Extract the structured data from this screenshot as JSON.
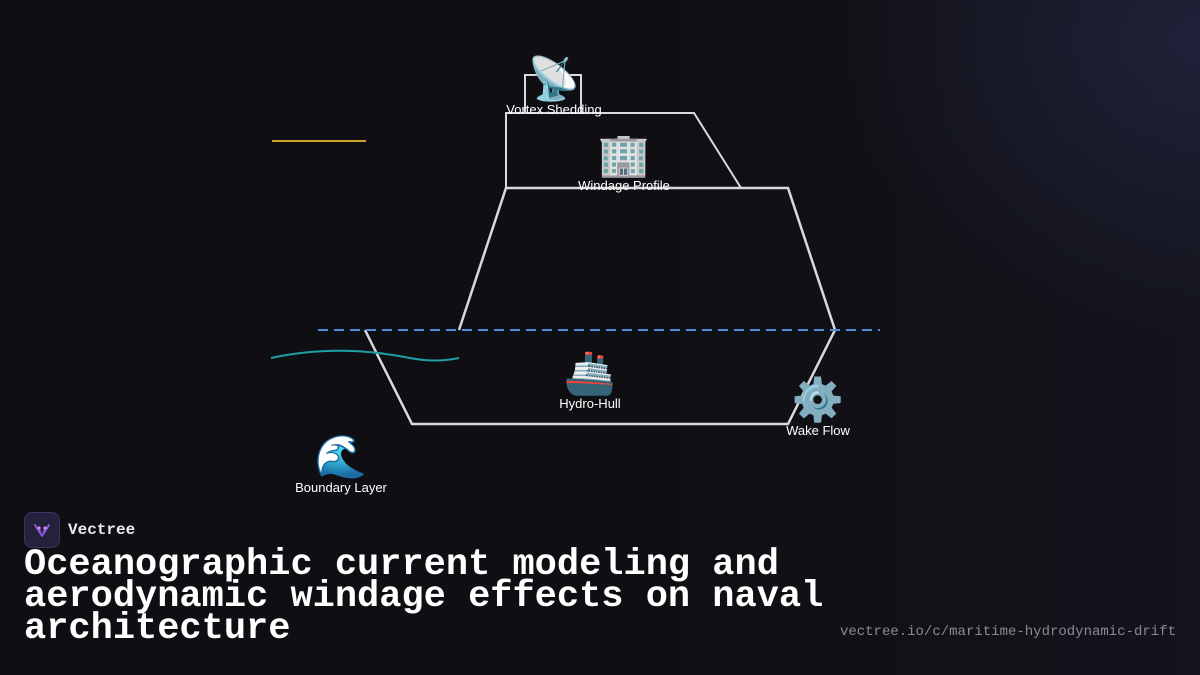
{
  "nodes": {
    "vortex": {
      "icon": "satellite-antenna-icon",
      "emoji": "📡",
      "label": "Vortex Shedding"
    },
    "windage": {
      "icon": "office-building-icon",
      "emoji": "🏢",
      "label": "Windage Profile"
    },
    "hull": {
      "icon": "ship-icon",
      "emoji": "🚢",
      "label": "Hydro-Hull"
    },
    "wake": {
      "icon": "gear-icon",
      "emoji": "⚙️",
      "label": "Wake Flow"
    },
    "boundary": {
      "icon": "water-wave-icon",
      "emoji": "🌊",
      "label": "Boundary Layer"
    }
  },
  "colors": {
    "background": "#0f0f13",
    "hull_outline": "#d9d9de",
    "waterline": "#4a90d9",
    "wind_line": "#c9a227",
    "current_line": "#1e9fa8",
    "text": "#ffffff"
  },
  "brand": {
    "name": "Vectree",
    "logo_icon": "vectree-logo-icon"
  },
  "title": "Oceanographic current modeling and aerodynamic windage effects on naval architecture",
  "url": "vectree.io/c/maritime-hydrodynamic-drift"
}
